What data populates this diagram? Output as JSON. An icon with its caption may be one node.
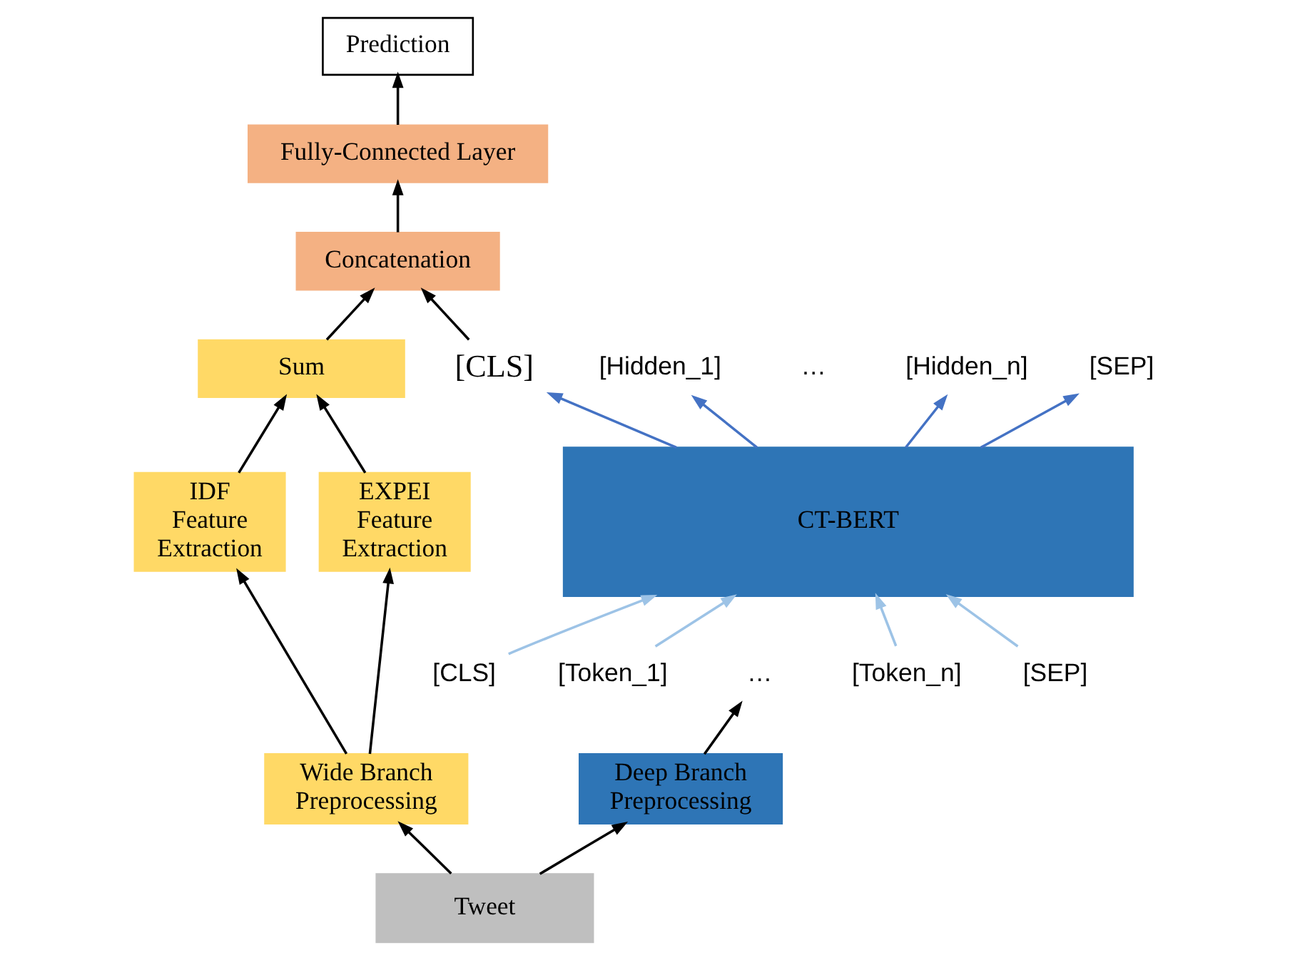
{
  "diagram": {
    "nodes": [
      {
        "text": [
          "Prediction"
        ]
      },
      {
        "text": [
          "Fully-Connected Layer"
        ]
      },
      {
        "text": [
          "Concatenation"
        ]
      },
      {
        "text": [
          "Sum"
        ]
      },
      {
        "text": [
          "[CLS]"
        ]
      },
      {
        "text": [
          "[Hidden_1]"
        ]
      },
      {
        "text": [
          "[Hidden_n]"
        ]
      },
      {
        "text": [
          "[SEP]"
        ]
      },
      {
        "text": [
          "IDF Feature Extraction"
        ]
      },
      {
        "text": [
          "EXPEI Feature Extraction"
        ]
      },
      {
        "text": [
          "CT-BERT"
        ]
      },
      {
        "text": [
          "[CLS]"
        ]
      },
      {
        "text": [
          "[Token_1]"
        ]
      },
      {
        "text": [
          "…"
        ]
      },
      {
        "text": [
          "[Token_n]"
        ]
      },
      {
        "text": [
          "[SEP]"
        ]
      },
      {
        "text": [
          "Wide Branch Preprocessing"
        ]
      },
      {
        "text": [
          "Deep Branch Preprocessing"
        ]
      },
      {
        "text": [
          "Tweet"
        ]
      }
    ],
    "edges": [
      {
        "from": 18,
        "to": 16,
        "arrow": "to"
      },
      {
        "from": 18,
        "to": 17,
        "arrow": "to"
      },
      {
        "from": 16,
        "to": 8,
        "arrow": "to"
      },
      {
        "from": 16,
        "to": 9,
        "arrow": "to"
      },
      {
        "from": 17,
        "to": 13,
        "arrow": "to"
      },
      {
        "from": 11,
        "to": 10,
        "arrow": "to",
        "color": "#9dc3e6"
      },
      {
        "from": 12,
        "to": 10,
        "arrow": "to",
        "color": "#9dc3e6"
      },
      {
        "from": 14,
        "to": 10,
        "arrow": "to",
        "color": "#9dc3e6"
      },
      {
        "from": 15,
        "to": 10,
        "arrow": "to",
        "color": "#9dc3e6"
      },
      {
        "from": 10,
        "to": 4,
        "arrow": "to",
        "color": "#4472c4"
      },
      {
        "from": 10,
        "to": 5,
        "arrow": "to",
        "color": "#4472c4"
      },
      {
        "from": 10,
        "to": 6,
        "arrow": "to",
        "color": "#4472c4"
      },
      {
        "from": 10,
        "to": 7,
        "arrow": "to",
        "color": "#4472c4"
      },
      {
        "from": 8,
        "to": 3,
        "arrow": "to"
      },
      {
        "from": 9,
        "to": 3,
        "arrow": "to"
      },
      {
        "from": 3,
        "to": 2,
        "arrow": "to"
      },
      {
        "from": 4,
        "to": 2,
        "arrow": "to"
      },
      {
        "from": 2,
        "to": 1,
        "arrow": "to"
      },
      {
        "from": 1,
        "to": 0,
        "arrow": "to"
      }
    ],
    "labels": [
      "…"
    ]
  }
}
